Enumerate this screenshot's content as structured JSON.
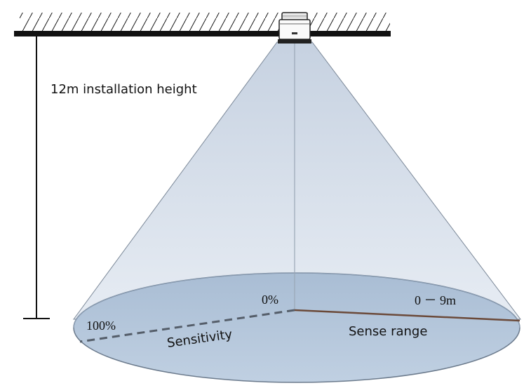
{
  "height_label": "12m installation height",
  "sensitivity": {
    "label": "Sensitivity",
    "min_label": "0%",
    "max_label": "100%"
  },
  "range": {
    "label": "Sense range",
    "value_label": "0 － 9m"
  },
  "colors": {
    "ceiling": "#111111",
    "cone_fill": "#c9d6e6",
    "floor_ellipse": "#b3c6dc",
    "floor_outline": "#6b7a8c",
    "dashed_line": "#555e6a",
    "range_line": "#6b4a3a"
  }
}
